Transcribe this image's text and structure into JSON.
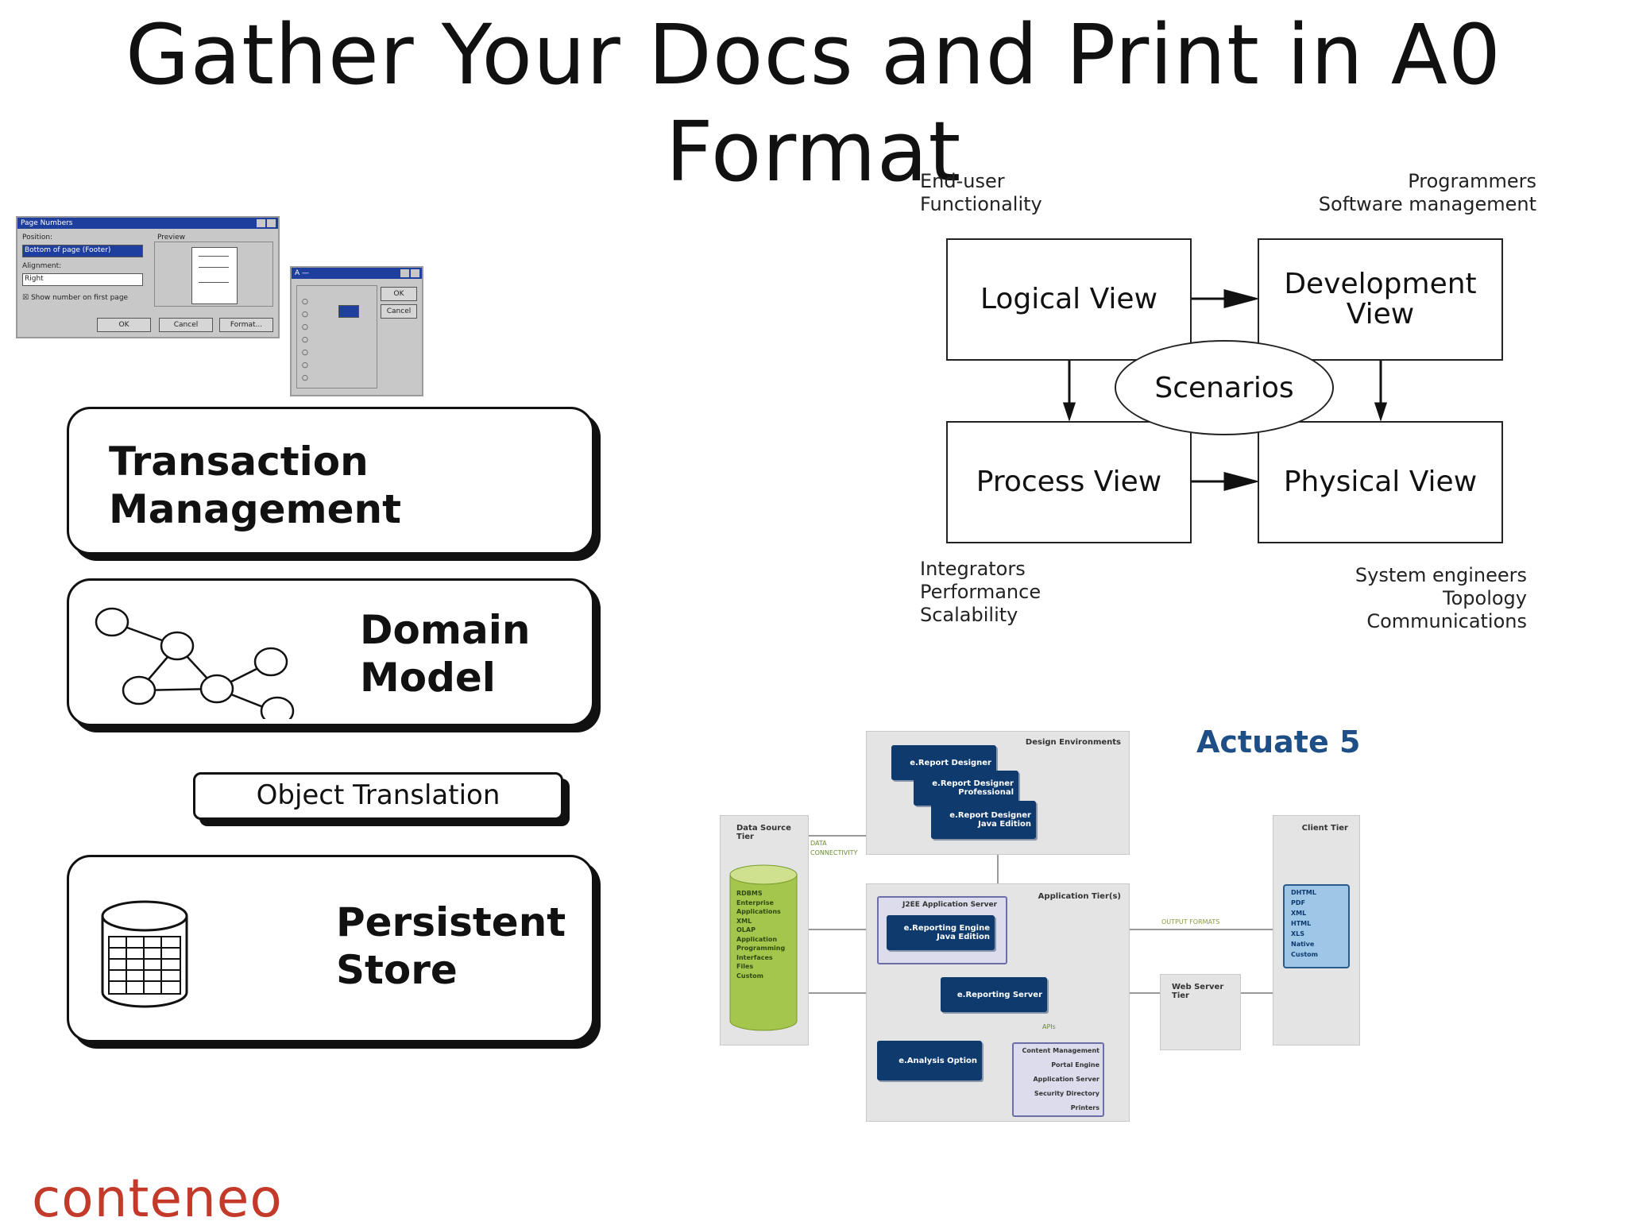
{
  "slide": {
    "title": "Gather Your Docs and Print in A0 Format",
    "logo": "conteneo"
  },
  "dialog_page_numbers": {
    "title": "Page Numbers",
    "position_label": "Position:",
    "position_value": "Bottom of page (Footer)",
    "alignment_label": "Alignment:",
    "alignment_value": "Right",
    "show_first_label": "Show number on first page",
    "preview_label": "Preview",
    "ok": "OK",
    "cancel": "Cancel",
    "format": "Format..."
  },
  "dialog_small": {
    "title": "A —",
    "ok": "OK",
    "cancel": "Cancel"
  },
  "layers": {
    "transaction": [
      "Transaction",
      "Management"
    ],
    "domain": [
      "Domain",
      "Model"
    ],
    "object_translation": "Object Translation",
    "persistent": [
      "Persistent",
      "Store"
    ]
  },
  "views_diagram": {
    "top_left_note": [
      "End-user",
      "Functionality"
    ],
    "top_right_note": [
      "Programmers",
      "Software management"
    ],
    "bottom_left_note": [
      "Integrators",
      "Performance",
      "Scalability"
    ],
    "bottom_right_note": [
      "System engineers",
      "Topology",
      "Communications"
    ],
    "logical": "Logical View",
    "development": [
      "Development",
      "View"
    ],
    "scenarios": "Scenarios",
    "process": "Process View",
    "physical": "Physical View"
  },
  "actuate": {
    "title": "Actuate 5",
    "design_env": "Design Environments",
    "report_designer": "e.Report Designer",
    "report_designer_pro": [
      "e.Report Designer",
      "Professional"
    ],
    "report_designer_java": [
      "e.Report Designer",
      "Java Edition"
    ],
    "data_source_tier": "Data Source Tier",
    "data_connectivity": [
      "DATA",
      "CONNECTIVITY"
    ],
    "data_sources": [
      "RDBMS",
      "Enterprise",
      "Applications",
      "XML",
      "OLAP",
      "Application",
      "Programming",
      "Interfaces",
      "Files",
      "Custom"
    ],
    "application_tier": "Application Tier(s)",
    "j2ee_server": "J2EE Application Server",
    "reporting_engine": [
      "e.Reporting Engine",
      "Java Edition"
    ],
    "output_formats": "OUTPUT FORMATS",
    "client_tier": "Client Tier",
    "client_formats": [
      "DHTML",
      "PDF",
      "XML",
      "HTML",
      "XLS",
      "Native",
      "Custom"
    ],
    "reporting_server": "e.Reporting Server",
    "web_server_tier": "Web Server Tier",
    "apis": "APIs",
    "analysis_option": "e.Analysis Option",
    "services": [
      "Content Management",
      "Portal Engine",
      "Application Server",
      "Security Directory",
      "Printers"
    ]
  },
  "colors": {
    "brand": "#c33a2a",
    "actuate_blue": "#0e3a6e",
    "dialog_title": "#1f3f9e"
  }
}
